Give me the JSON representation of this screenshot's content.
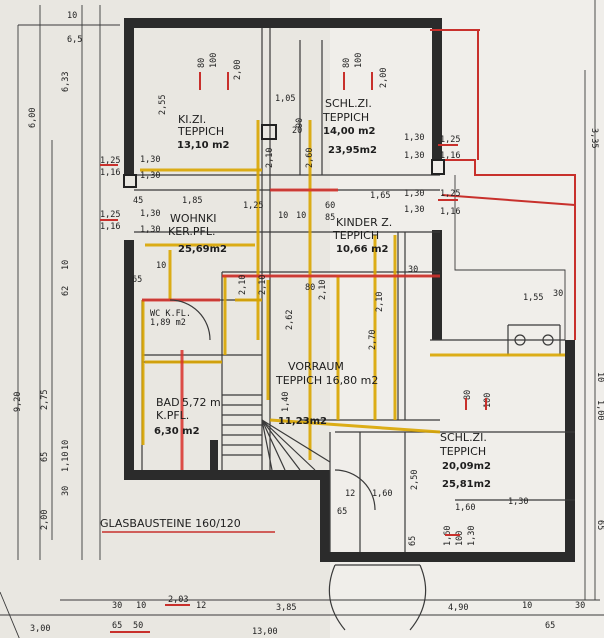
{
  "rooms": {
    "kizi": {
      "name": "KI.ZI.",
      "floor": "TEPPICH",
      "area": "13,10 m2"
    },
    "schlzi_top": {
      "name": "SCHL.ZI.",
      "floor": "TEPPICH",
      "area1": "14,00 m2",
      "area2": "23,95m2"
    },
    "kinderzi": {
      "name": "KINDER Z.",
      "floor": "TEPPICH",
      "area": "10,66 m2"
    },
    "wohnki": {
      "name": "WOHNKI",
      "floor": "KER.PFL.",
      "area": "25,69m2"
    },
    "wc": {
      "name": "WC K.FL.",
      "area": "1,89 m2"
    },
    "vorraum": {
      "name": "VORRAUM",
      "floor": "TEPPICH 16,80 m2",
      "area": "11,23m2"
    },
    "bad": {
      "name": "BAD",
      "extra": "5,72 m",
      "floor": "K.PFL.",
      "area": "6,30 m2"
    },
    "schlzi_bottom": {
      "name": "SCHL.ZI.",
      "floor": "TEPPICH",
      "area1": "20,09m2",
      "area2": "25,81m2"
    }
  },
  "notes": {
    "glasbausteine": "GLASBAUSTEINE 160/120"
  },
  "dims": {
    "top_left_a": "10",
    "top_left_b": "6,5",
    "left_600": "6,00",
    "left_633": "6,33",
    "left_920": "9,20",
    "left_62": "62",
    "left_410": "10",
    "left_275": "2,75",
    "left_200": "2,00",
    "left_30": "30",
    "left_65": "65",
    "left_10": "10",
    "left_110": "1,10",
    "d80": "80",
    "d100": "100",
    "d200": "2,00",
    "d255": "2,55",
    "d105": "1,05",
    "d20": "20",
    "d90": "90",
    "d210a": "2,10",
    "d260": "2,60",
    "d125": "1,25",
    "d116": "1,16",
    "d130": "1,30",
    "d185": "1,85",
    "d45": "45",
    "d10": "10",
    "d60": "60",
    "d85": "85",
    "d165": "1,65",
    "d262": "2,62",
    "d270": "2,70",
    "d140": "1,40",
    "d155": "1,55",
    "d30": "30",
    "d250": "2,50",
    "d160": "1,60",
    "d12": "12",
    "d65b": "65",
    "bot_300": "3,00",
    "bot_30": "30",
    "bot_10": "10",
    "bot_203": "2,03",
    "bot_12": "12",
    "bot_385": "3,85",
    "bot_490": "4,90",
    "bot_1300": "13,00",
    "bot_65": "65",
    "bot_50": "50",
    "right_335": "3,35",
    "right_10": "10",
    "right_65": "65",
    "right_100": "1,00"
  }
}
